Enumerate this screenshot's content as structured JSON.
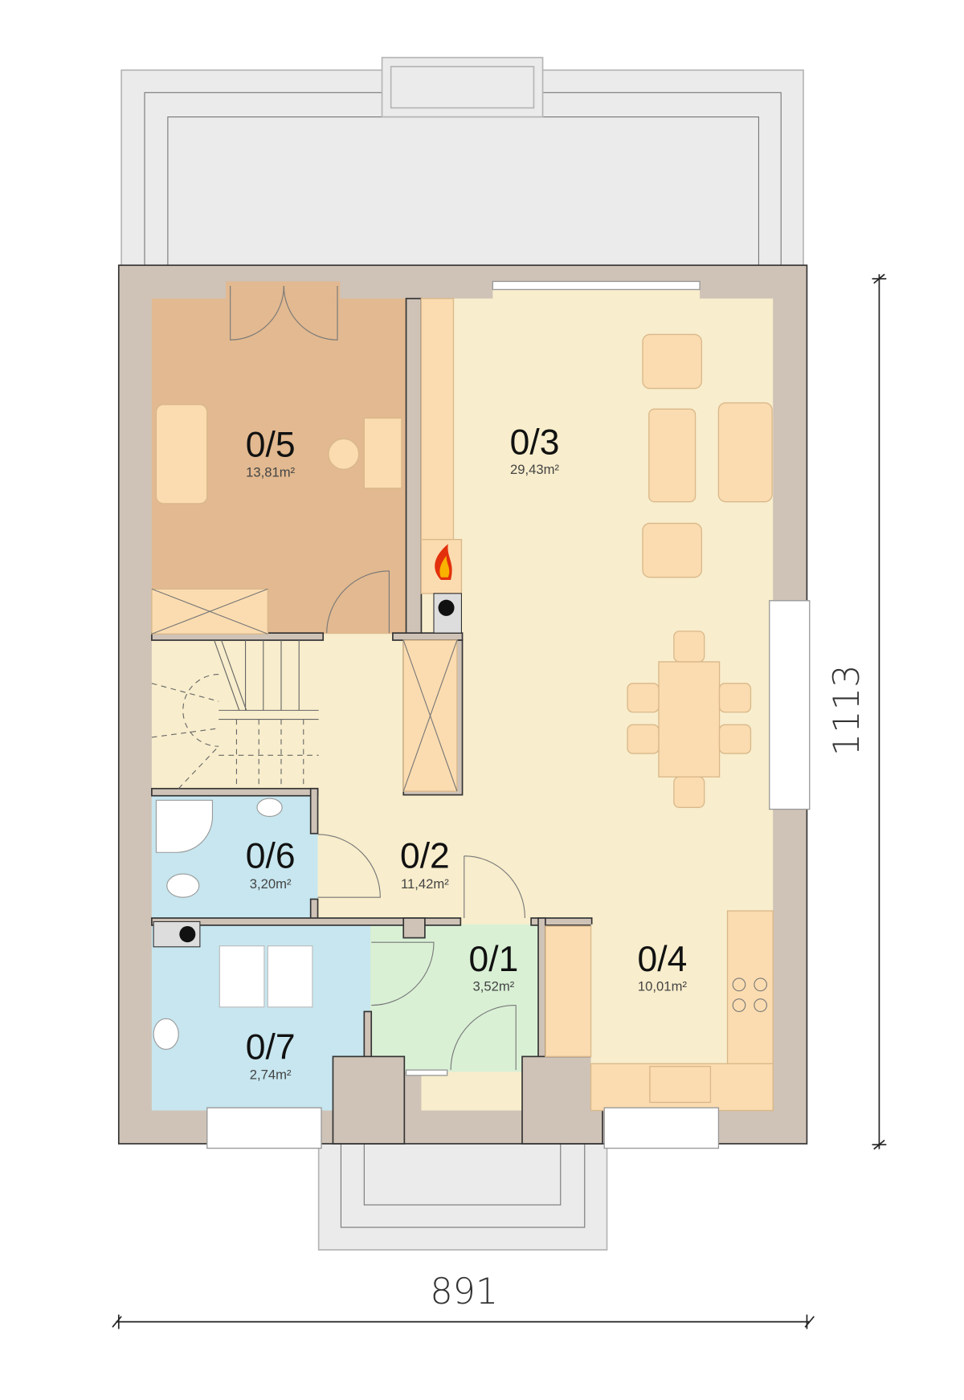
{
  "plan": {
    "rooms": [
      {
        "id": "0/1",
        "area": "3,52m²",
        "color": "#d9f0d5"
      },
      {
        "id": "0/2",
        "area": "11,42m²",
        "color": "#f8edcc"
      },
      {
        "id": "0/3",
        "area": "29,43m²",
        "color": "#f8edcc"
      },
      {
        "id": "0/4",
        "area": "10,01m²",
        "color": "#f8edcc"
      },
      {
        "id": "0/5",
        "area": "13,81m²",
        "color": "#e2b990"
      },
      {
        "id": "0/6",
        "area": "3,20m²",
        "color": "#c7e6ef"
      },
      {
        "id": "0/7",
        "area": "2,74m²",
        "color": "#c7e6ef"
      }
    ],
    "dimensions": {
      "width": "891",
      "height": "1113"
    },
    "colors": {
      "wall": "#cfc3b7",
      "terrace": "#ebebeb",
      "furniture": "#fbdcb0"
    }
  }
}
